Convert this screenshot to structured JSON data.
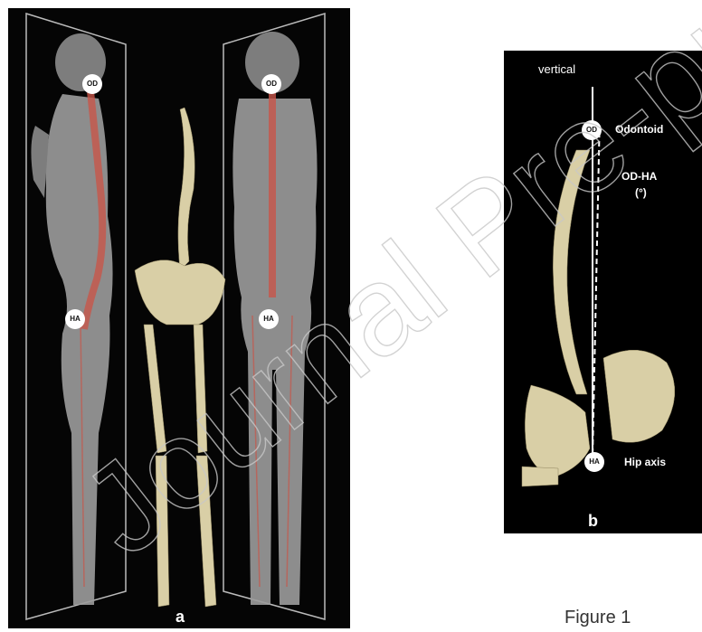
{
  "panel_a": {
    "markers": {
      "od_left": "OD",
      "od_right": "OD",
      "ha_left": "HA",
      "ha_right": "HA"
    },
    "label": "a"
  },
  "panel_b": {
    "vertical_label": "vertical",
    "od_marker": "OD",
    "odontoid_label": "Odontoid",
    "odha_label": "OD-HA",
    "degree_label": "(°)",
    "ha_marker": "HA",
    "hip_axis_label": "Hip axis",
    "label": "b"
  },
  "caption": "Figure 1",
  "watermark_text": "Journal Pre-proof",
  "colors": {
    "spine_red": "#c8564a",
    "bone": "#d9cfa6",
    "xray": "#9a9a9a",
    "background": "#000000"
  }
}
